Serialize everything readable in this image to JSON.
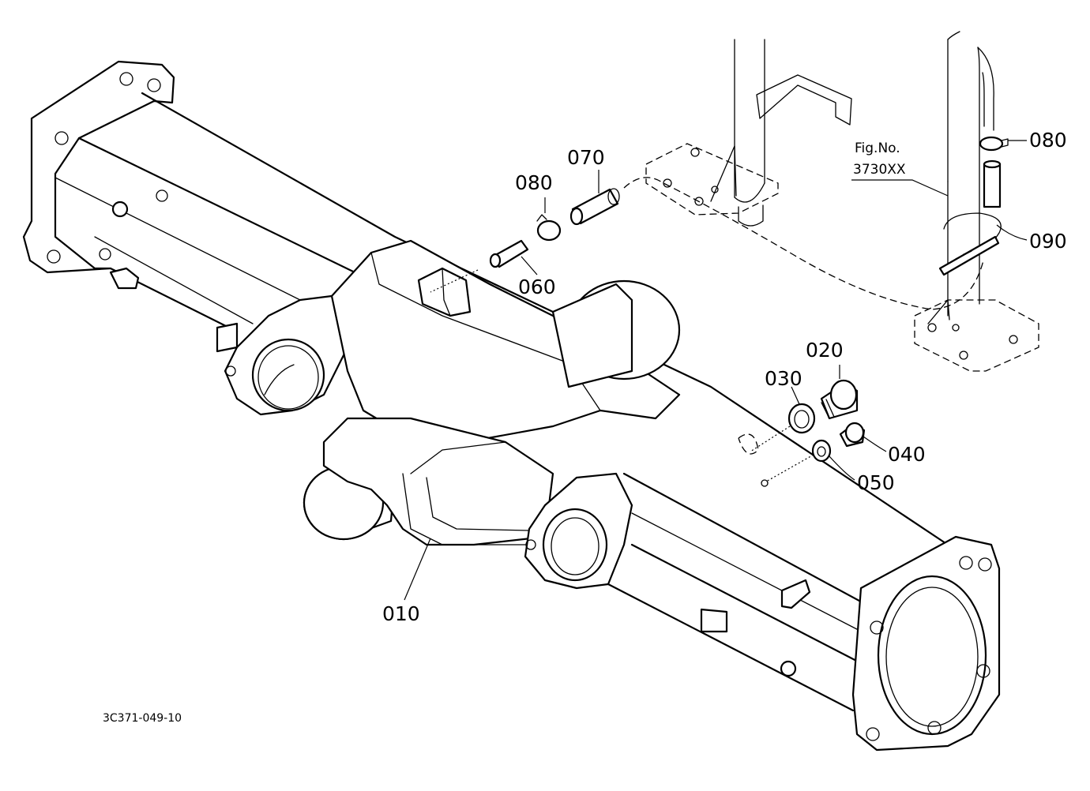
{
  "parts": {
    "p010": "010",
    "p020": "020",
    "p030": "030",
    "p040": "040",
    "p050": "050",
    "p060": "060",
    "p070": "070",
    "p080a": "080",
    "p080b": "080",
    "p090": "090"
  },
  "figure_ref": {
    "line1": "Fig.No.",
    "line2": "3730XX"
  },
  "drawing_code": "3C371-049-10"
}
